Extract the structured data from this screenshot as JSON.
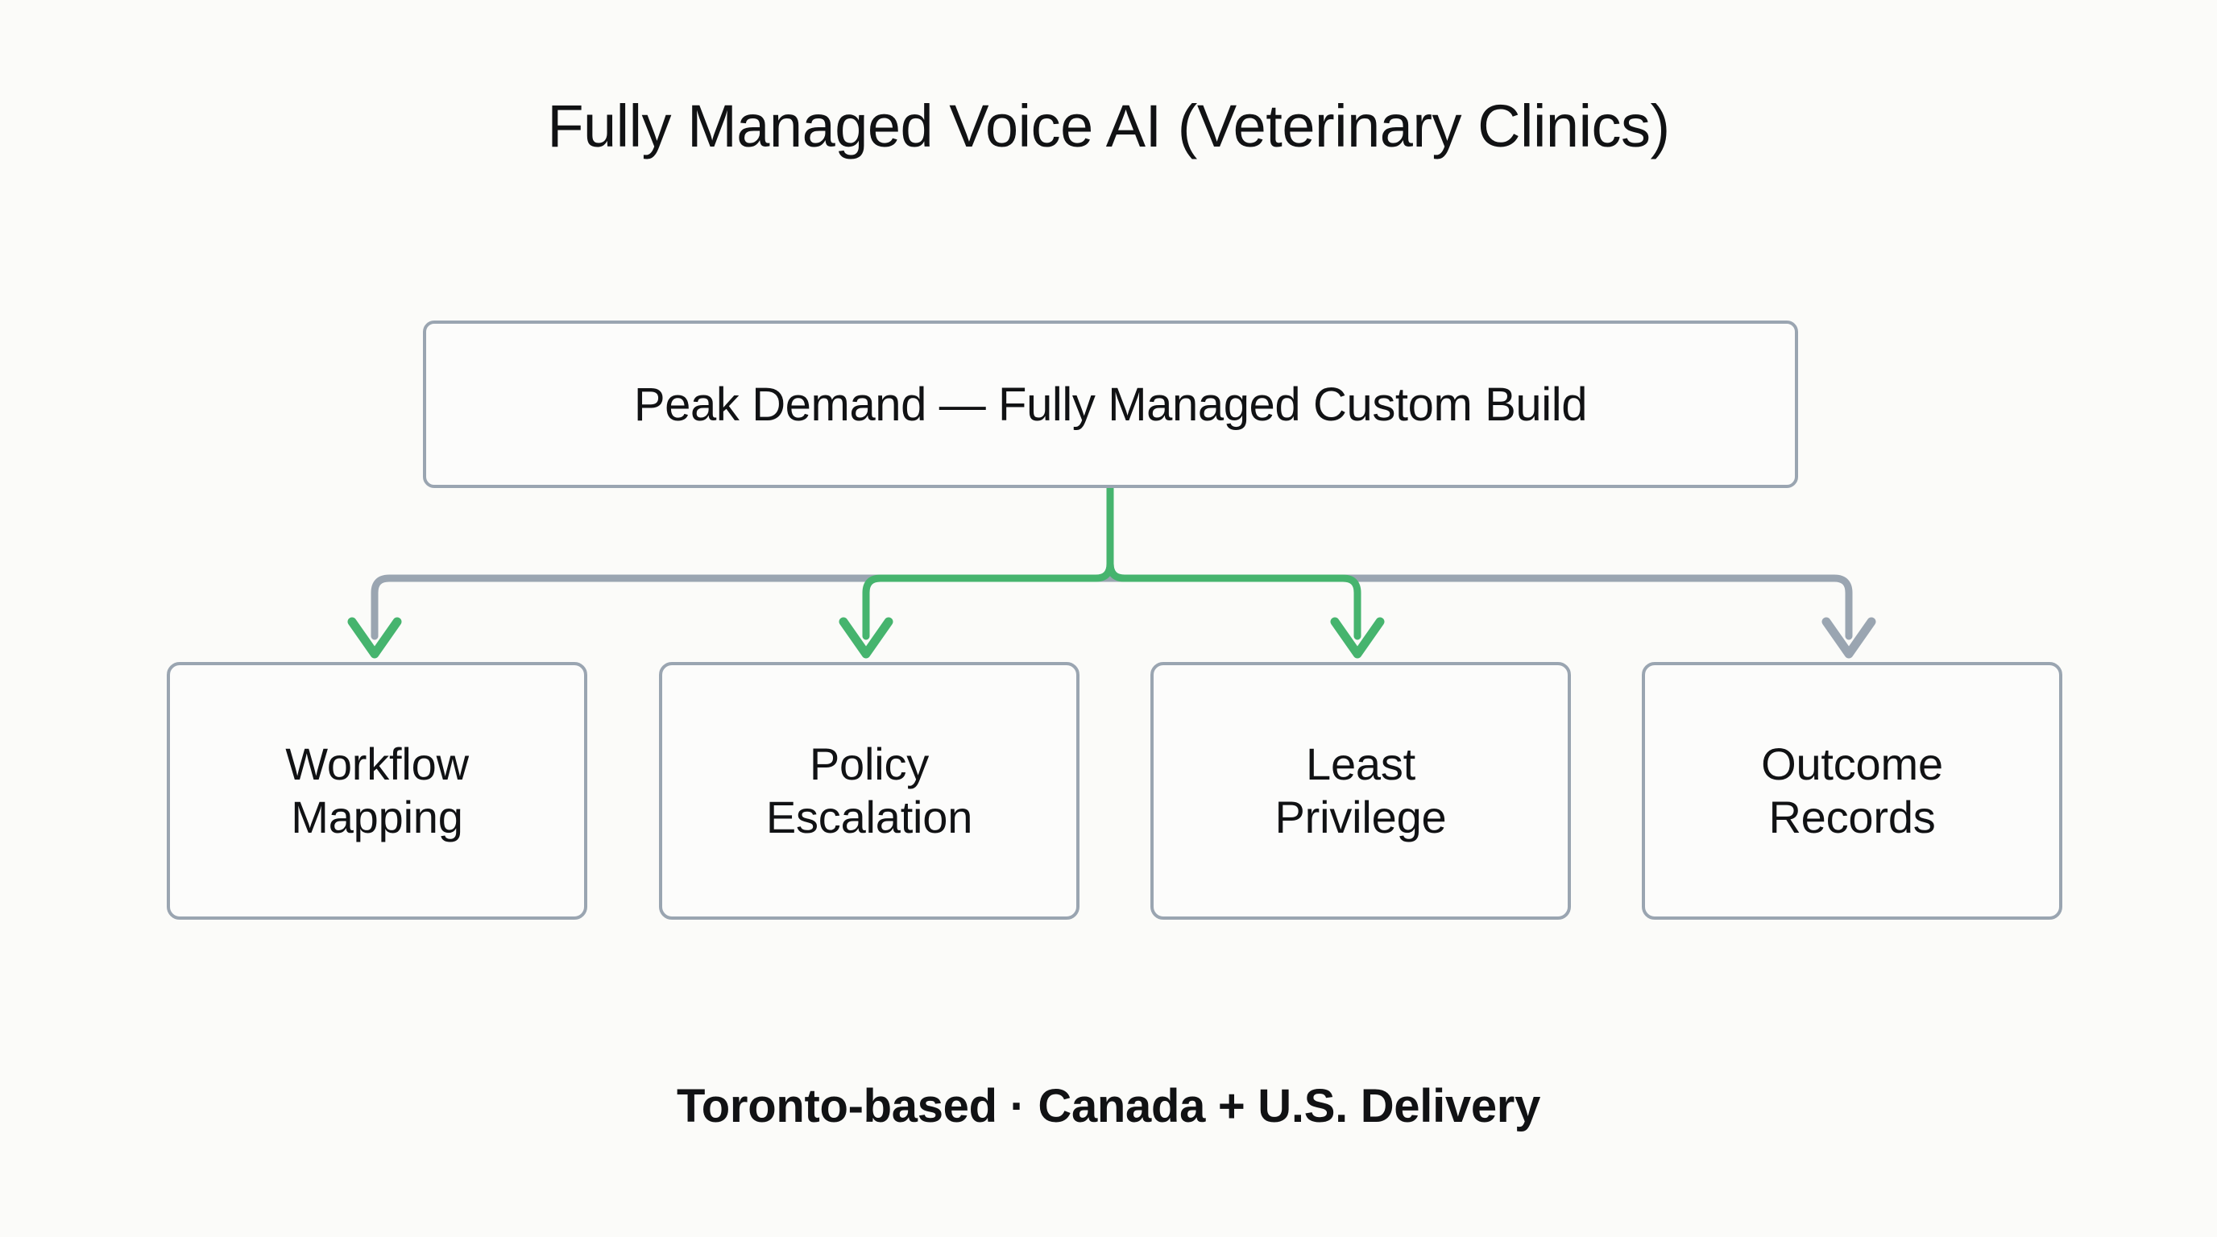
{
  "meta": {
    "background_color": "#fbfbf9",
    "text_color": "#111214",
    "border_color": "#9aa5b1",
    "accent_color": "#46b46e"
  },
  "header": {
    "title": "Fully Managed Voice AI (Veterinary Clinics)"
  },
  "footer": {
    "text": "Toronto-based · Canada + U.S. Delivery"
  },
  "diagram": {
    "type": "tree",
    "root": {
      "label": "Peak Demand — Fully Managed Custom Build"
    },
    "children": [
      {
        "label": "Workflow\nMapping",
        "edge_color": "#9aa5b1",
        "arrow_color": "#46b46e"
      },
      {
        "label": "Policy\nEscalation",
        "edge_color": "#46b46e",
        "arrow_color": "#46b46e"
      },
      {
        "label": "Least\nPrivilege",
        "edge_color": "#46b46e",
        "arrow_color": "#46b46e"
      },
      {
        "label": "Outcome\nRecords",
        "edge_color": "#9aa5b1",
        "arrow_color": "#9aa5b1"
      }
    ]
  }
}
